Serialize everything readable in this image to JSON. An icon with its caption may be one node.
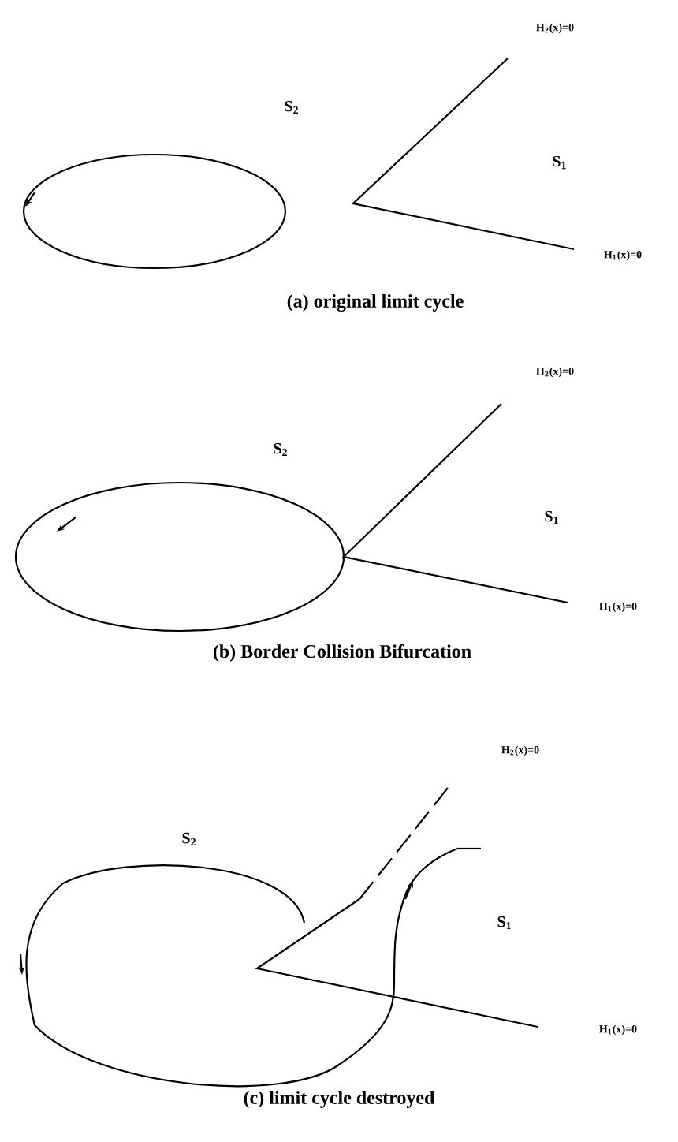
{
  "diagram": {
    "labels": [
      "H$_{2}$(x)=0",
      "S$_{2}$",
      "S$_{1}$",
      "H$_{1}$(x)=0",
      "(a) original limit cycle",
      "H$_{2}$(x)=0",
      "S$_{2}$",
      "S$_{1}$",
      "H$_{1}$(x)=0",
      "(b) Border Collision Bifurcation",
      "H$_{2}$(x)=0",
      "S$_{2}$",
      "S$_{1}$",
      "H$_{1}$(x)=0",
      "(c) limit cycle destroyed"
    ]
  }
}
